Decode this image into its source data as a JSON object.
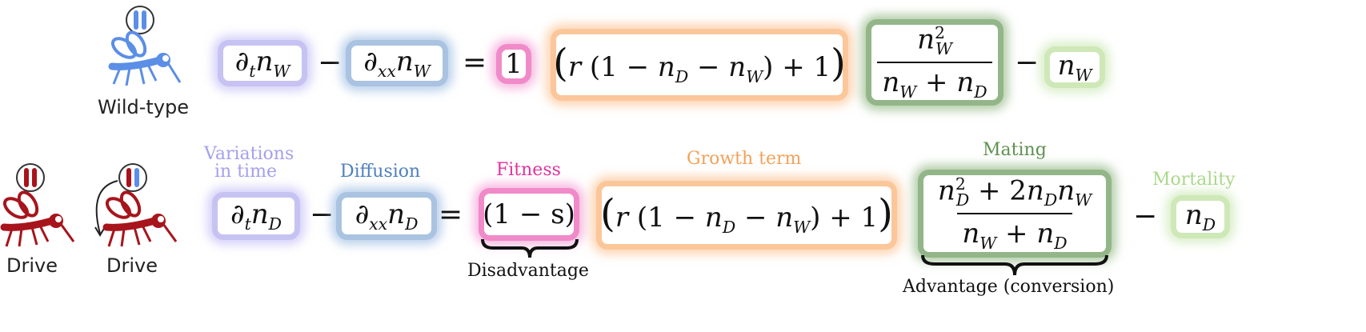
{
  "colors": {
    "wild_type": "#5b8ee6",
    "drive": "#a8141c",
    "variations": "#a3a0ee",
    "diffusion": "#4f7fbf",
    "fitness": "#e0339f",
    "growth": "#f3a15a",
    "mating": "#5f9150",
    "mortality": "#a9d889"
  },
  "captions": {
    "wild_type": "Wild-type",
    "drive_left": "Drive",
    "drive_right": "Drive"
  },
  "labels": {
    "variations_line1": "Variations",
    "variations_line2": "in time",
    "diffusion": "Diffusion",
    "fitness": "Fitness",
    "growth": "Growth term",
    "mating": "Mating",
    "mortality": "Mortality",
    "disadvantage": "Disadvantage",
    "advantage": "Advantage (conversion)"
  },
  "operators": {
    "minus": "−",
    "equals": "="
  },
  "row1": {
    "fitness_value": "1",
    "growth_inner": "r (1 − n",
    "growth_tail": ") + 1"
  },
  "row2": {
    "fitness_value": "(1 − s)"
  }
}
